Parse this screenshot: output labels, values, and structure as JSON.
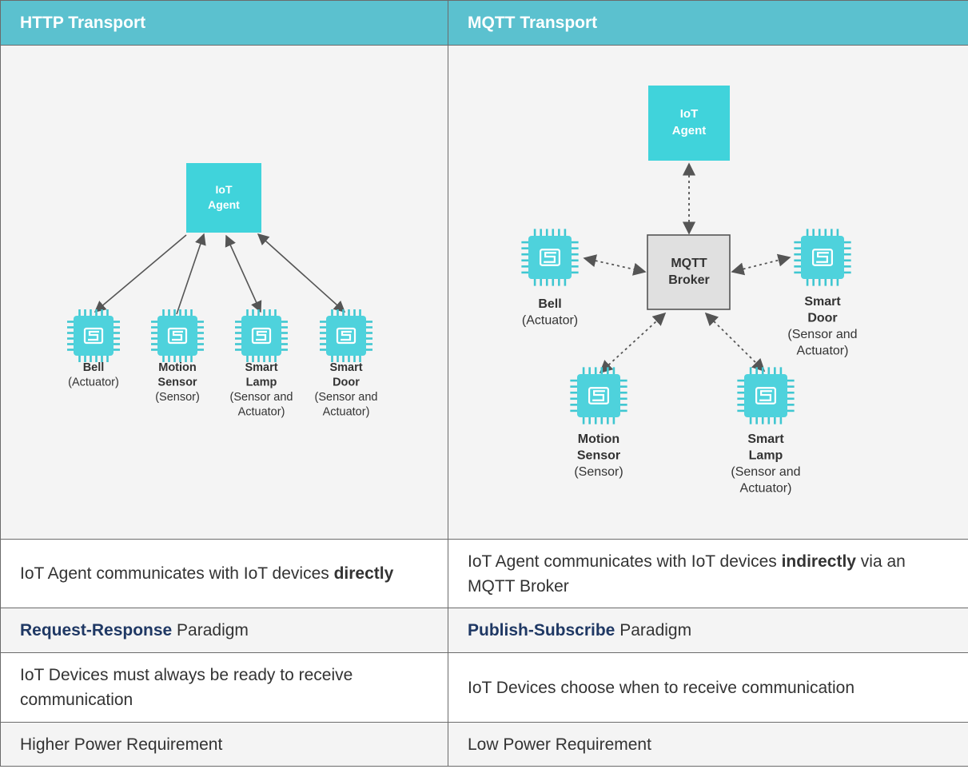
{
  "columns": [
    {
      "header": "HTTP Transport"
    },
    {
      "header": "MQTT Transport"
    }
  ],
  "http_diagram": {
    "agent": {
      "line1": "IoT",
      "line2": "Agent"
    },
    "devices": [
      {
        "name": [
          "Bell"
        ],
        "role": [
          "(Actuator)"
        ]
      },
      {
        "name": [
          "Motion",
          "Sensor"
        ],
        "role": [
          "(Sensor)"
        ]
      },
      {
        "name": [
          "Smart",
          "Lamp"
        ],
        "role": [
          "(Sensor and",
          "Actuator)"
        ]
      },
      {
        "name": [
          "Smart",
          "Door"
        ],
        "role": [
          "(Sensor and",
          "Actuator)"
        ]
      }
    ]
  },
  "mqtt_diagram": {
    "agent": {
      "line1": "IoT",
      "line2": "Agent"
    },
    "broker": {
      "line1": "MQTT",
      "line2": "Broker"
    },
    "devices": [
      {
        "name": [
          "Bell"
        ],
        "role": [
          "(Actuator)"
        ]
      },
      {
        "name": [
          "Smart",
          "Door"
        ],
        "role": [
          "(Sensor and",
          "Actuator)"
        ]
      },
      {
        "name": [
          "Motion",
          "Sensor"
        ],
        "role": [
          "(Sensor)"
        ]
      },
      {
        "name": [
          "Smart",
          "Lamp"
        ],
        "role": [
          "(Sensor and",
          "Actuator)"
        ]
      }
    ]
  },
  "rows": [
    {
      "left": {
        "pre": "IoT Agent communicates with IoT devices ",
        "em": "directly",
        "post": ""
      },
      "right": {
        "pre": "IoT Agent communicates with IoT devices ",
        "em": "indirectly",
        "post": " via an MQTT Broker"
      }
    },
    {
      "left": {
        "pre": "",
        "em": "Request-Response",
        "post": " Paradigm"
      },
      "right": {
        "pre": "",
        "em": "Publish-Subscribe",
        "post": " Paradigm"
      }
    },
    {
      "left": {
        "pre": "IoT Devices must always be ready to receive communication",
        "em": "",
        "post": ""
      },
      "right": {
        "pre": "IoT Devices choose when to receive communication",
        "em": "",
        "post": ""
      }
    },
    {
      "left": {
        "pre": "Higher Power Requirement",
        "em": "",
        "post": ""
      },
      "right": {
        "pre": "Low Power Requirement",
        "em": "",
        "post": ""
      }
    }
  ],
  "colors": {
    "header_bg": "#5bc1cf",
    "node_fill": "#40d3db",
    "chip_fill": "#4ed2dc",
    "link_navy": "#1f3864",
    "broker_fill": "#e0e0e0"
  },
  "icons": {
    "device": "microchip-icon",
    "arrow": "arrow-head-icon"
  }
}
